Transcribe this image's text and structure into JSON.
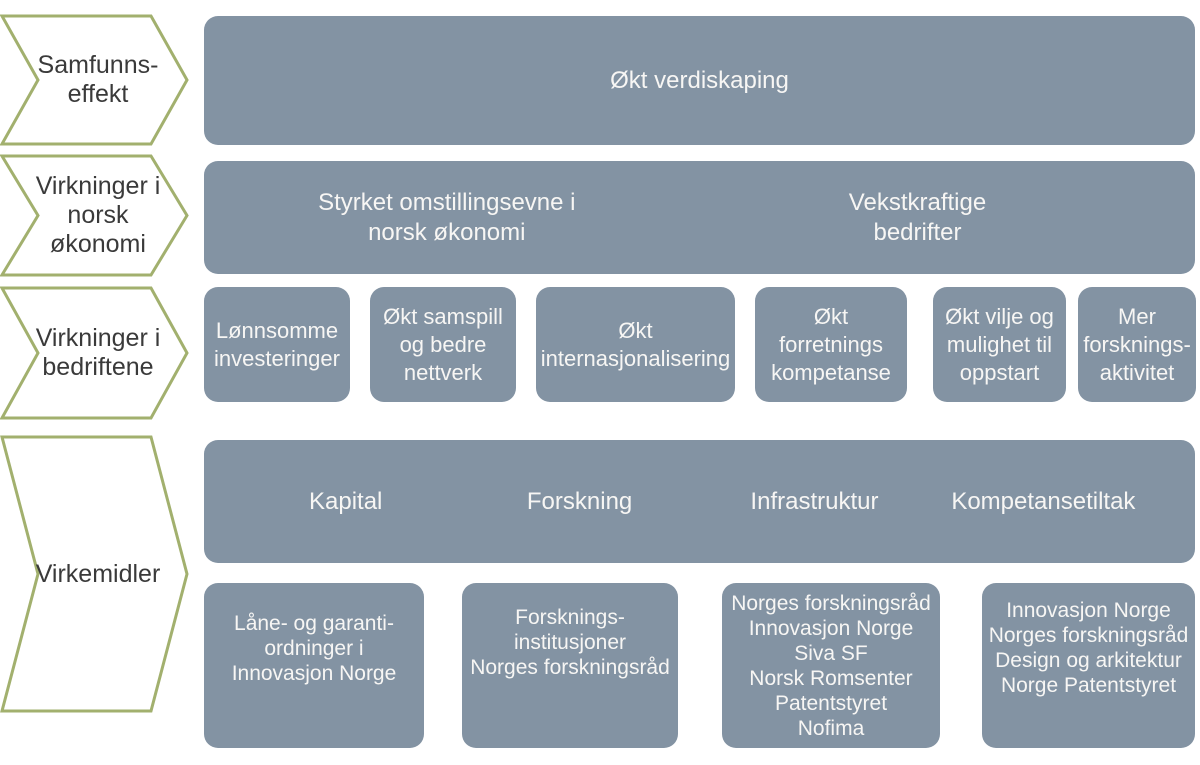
{
  "figure": {
    "box_fill": "#8393A3",
    "box_text_color": "#F7F6F4",
    "chevron_outline": "#A2B06E",
    "chevron_text_color": "#3A3A3A",
    "background": "#FFFFFF"
  },
  "chevrons": [
    {
      "label": "Samfunns-\neffekt"
    },
    {
      "label": "Virkninger i\nnorsk\nøkonomi"
    },
    {
      "label": "Virkninger i\nbedriftene"
    },
    {
      "label": "Virkemidler"
    }
  ],
  "boxes": {
    "verdiskaping": {
      "label": "Økt verdiskaping"
    },
    "okonomi": [
      {
        "label": "Styrket omstillingsevne i\nnorsk økonomi"
      },
      {
        "label": "Vekstkraftige\nbedrifter"
      }
    ],
    "bedriftene": [
      {
        "label": "Lønnsomme\ninvesteringer"
      },
      {
        "label": "Økt samspill\nog bedre\nnettverk"
      },
      {
        "label": "Økt\ninternasjonalisering"
      },
      {
        "label": "Økt forretnings\nkompetanse"
      },
      {
        "label": "Økt vilje og\nmulighet til\noppstart"
      },
      {
        "label": "Mer\nforsknings-\naktivitet"
      }
    ],
    "kategorier": [
      "Kapital",
      "Forskning",
      "Infrastruktur",
      "Kompetansetiltak"
    ],
    "aktorer": [
      {
        "label": "Låne- og garanti-\nordninger i\nInnovasjon Norge"
      },
      {
        "label": "Forsknings-\ninstitusjoner\nNorges forskningsråd"
      },
      {
        "label": "Norges forskningsråd\nInnovasjon Norge\nSiva SF\nNorsk Romsenter\nPatentstyret\nNofima"
      },
      {
        "label": "Innovasjon Norge\nNorges forskningsråd\nDesign og arkitektur\nNorge Patentstyret"
      }
    ]
  }
}
